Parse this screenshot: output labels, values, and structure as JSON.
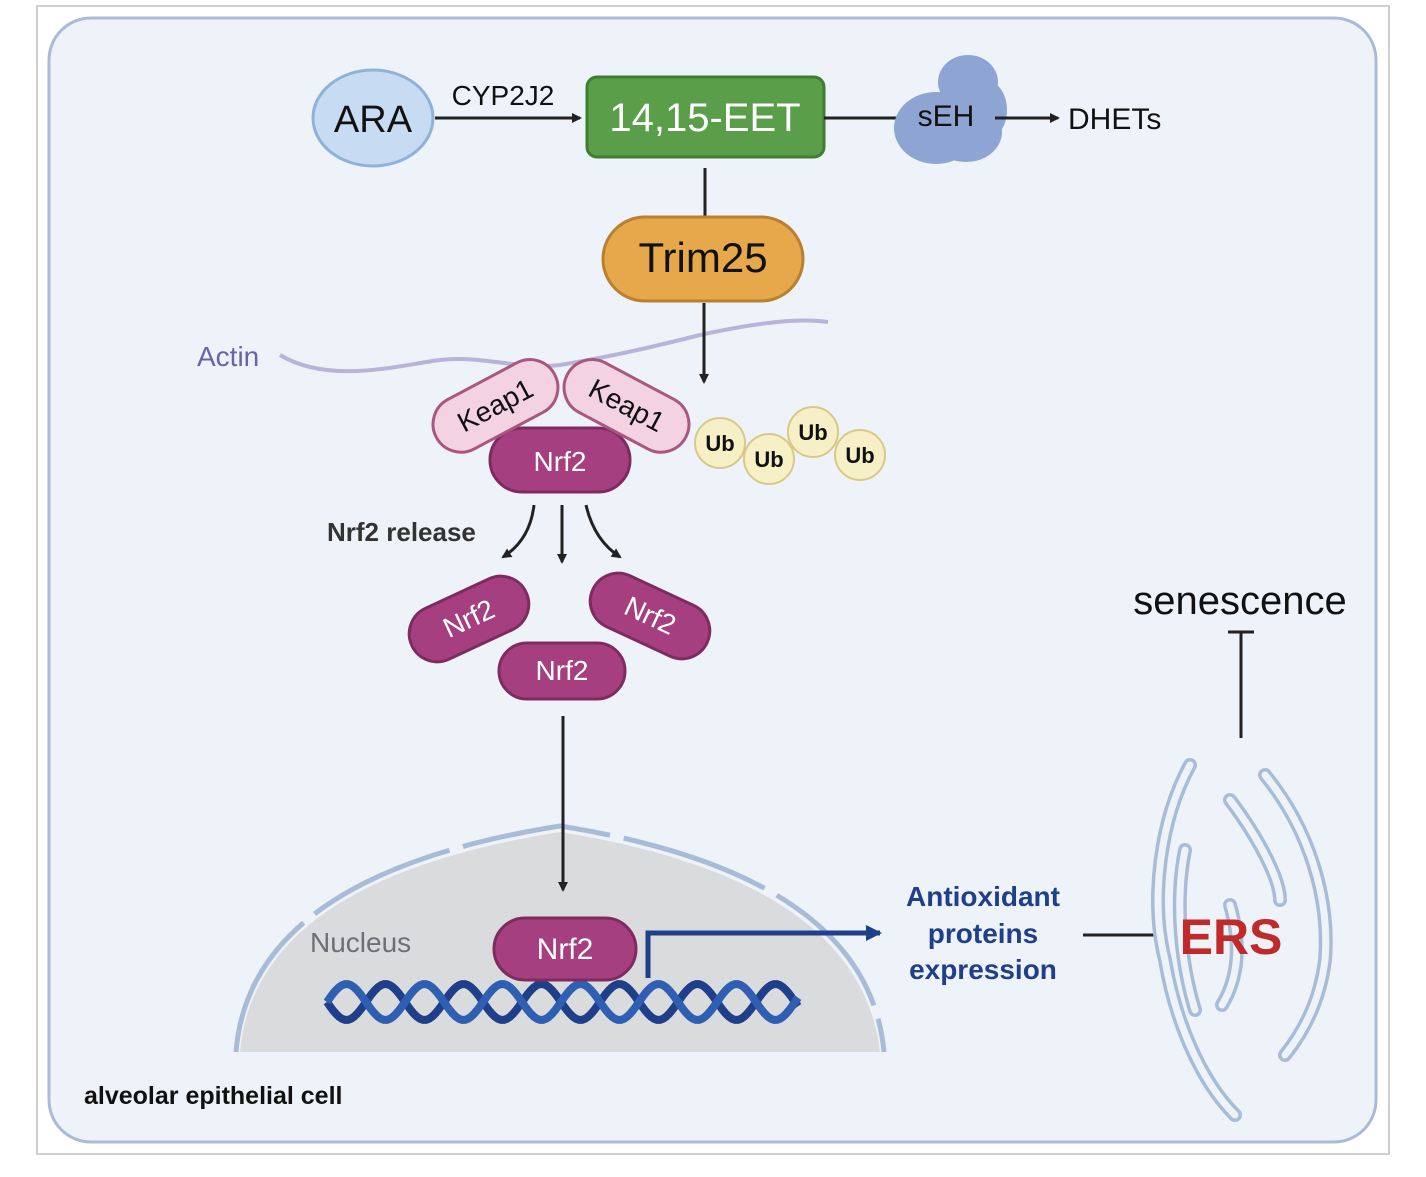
{
  "cell_label": "alveolar epithelial cell",
  "nodes": {
    "ara": "ARA",
    "enzyme_cyp": "CYP2J2",
    "eet": "14,15-EET",
    "seh": "sEH",
    "dhets": "DHETs",
    "trim25": "Trim25",
    "actin": "Actin",
    "keap1_left": "Keap1",
    "keap1_right": "Keap1",
    "nrf2_bound": "Nrf2",
    "nrf2_release_label": "Nrf2 release",
    "nrf2_free_left": "Nrf2",
    "nrf2_free_right": "Nrf2",
    "nrf2_free_center": "Nrf2",
    "nucleus": "Nucleus",
    "nrf2_nuclear": "Nrf2",
    "antioxidant": [
      "Antioxidant",
      "proteins",
      "expression"
    ],
    "ers": "ERS",
    "senescence": "senescence"
  },
  "ubiquitin": [
    "Ub",
    "Ub",
    "Ub",
    "Ub"
  ],
  "colors": {
    "cell_fill": "#eef3fa",
    "cell_border": "#a9bbd6",
    "ara_fill": "#c7dcf2",
    "eet_fill": "#5a9e4a",
    "trim25_fill": "#e7a84b",
    "keap1_fill": "#f3d3e2",
    "nrf2_fill": "#a63f80",
    "ub_fill": "#f7f0c6",
    "seh_fill": "#8ea5d4",
    "dna_color": "#1f3f8a",
    "antioxidant_color": "#1f3f8a",
    "ers_color": "#c02a2a",
    "nucleus_fill": "#dadbdd",
    "actin_color": "#8c86b8"
  }
}
